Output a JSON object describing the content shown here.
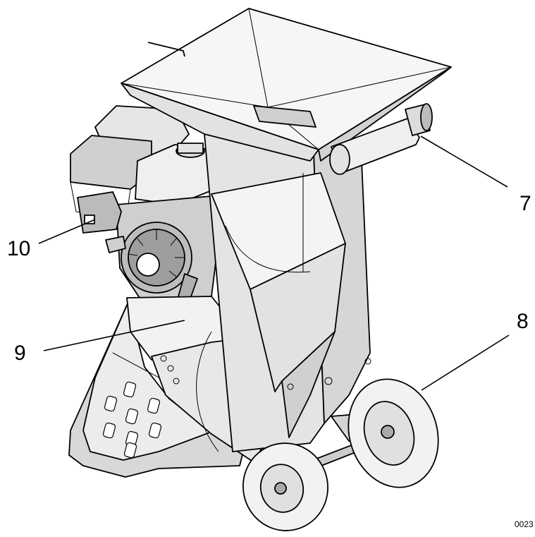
{
  "figure_id": "0023",
  "callouts": {
    "discharge_chute": "7",
    "wheel": "8",
    "handle": "9",
    "engine_control": "10"
  },
  "colors": {
    "line": "#000000",
    "metal_light": "#efefef",
    "metal_mid": "#d4d4d4",
    "metal_dark": "#9a9a9a",
    "background": "#ffffff"
  }
}
